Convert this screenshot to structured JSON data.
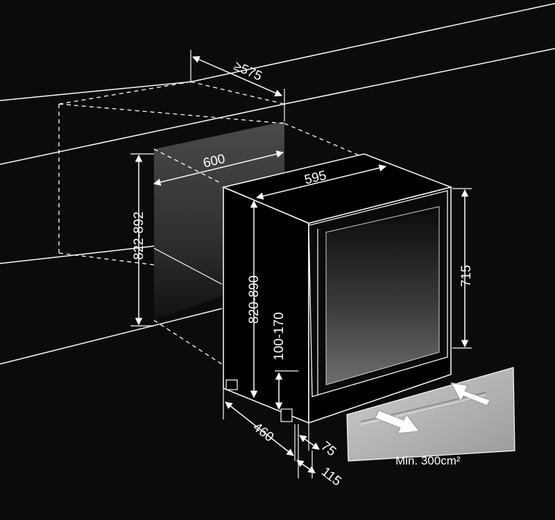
{
  "diagram": {
    "dimensions": {
      "niche_depth": "≥575",
      "niche_width": "600",
      "niche_height": "822-892",
      "appliance_width": "595",
      "door_height": "715",
      "appliance_height": "820-890",
      "plinth_height": "100-170",
      "foot_depth": "460",
      "plinth_offset": "75",
      "plinth_depth": "115"
    },
    "ventilation_note": "Min. 300cm²",
    "colors": {
      "background": "#0b0b0b",
      "lines": "#ffffff",
      "plinth_grille": "#bdbdbd"
    }
  }
}
